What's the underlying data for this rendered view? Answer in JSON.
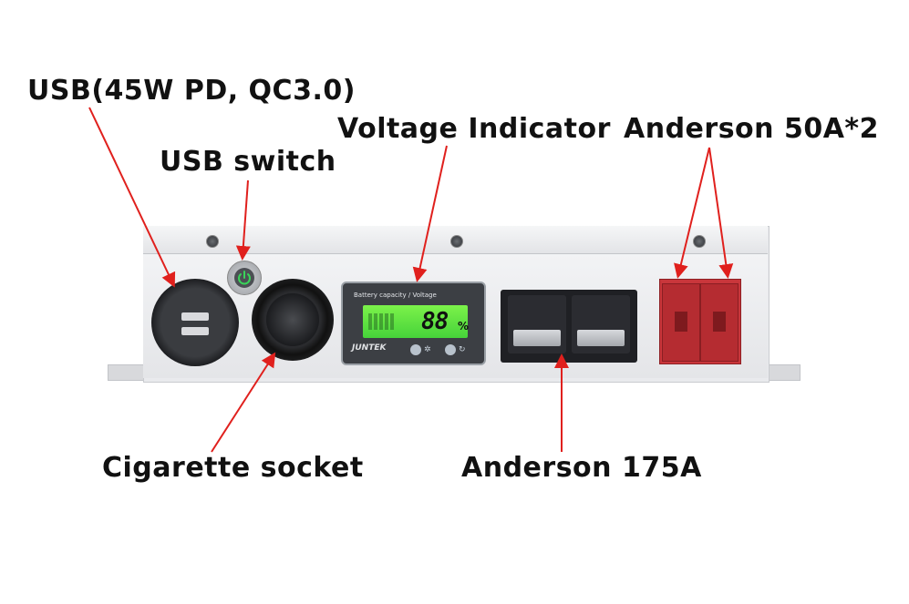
{
  "labels": {
    "usb": "USB(45W PD, QC3.0)",
    "usb_switch": "USB switch",
    "voltage_indicator": "Voltage Indicator",
    "anderson_50a": "Anderson 50A*2",
    "cigarette_socket": "Cigarette socket",
    "anderson_175a": "Anderson 175A"
  },
  "meter": {
    "title": "Battery capacity / Voltage",
    "reading": "88",
    "unit": "%",
    "brand": "JUNTEK"
  },
  "colors": {
    "arrow": "#e0201d",
    "lcd": "#5fe23f",
    "anderson_small": "#c9363b",
    "anderson_large": "#1f2024",
    "panel": "#e9eaed"
  },
  "icons": {
    "usb_switch": "power-icon",
    "meter_buttons": [
      "settings-icon",
      "refresh-icon"
    ]
  }
}
